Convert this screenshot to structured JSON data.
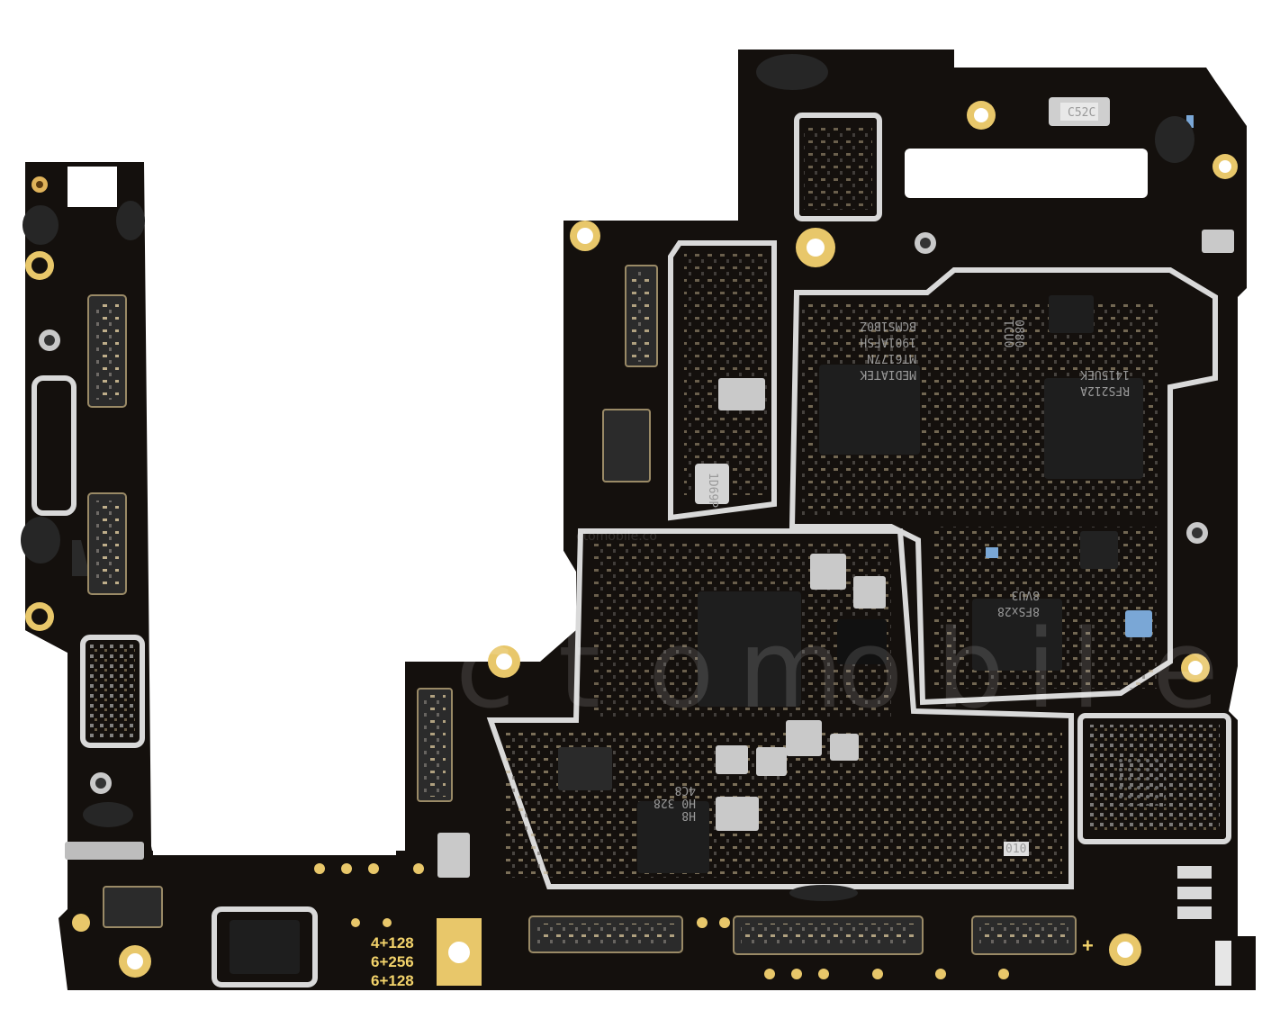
{
  "board": {
    "pcb_color": "#14100d",
    "shield_color": "#d9d9d9",
    "pad_color": "#e8c76a",
    "background": "#ffffff"
  },
  "chips": [
    {
      "id": "mtk",
      "lines": [
        "MEDIATEK",
        "MT6177N",
        "1901AFSH",
        "BCMS1B0Z"
      ]
    },
    {
      "id": "rf1",
      "lines": [
        "RFS212A",
        "1415UEK"
      ]
    },
    {
      "id": "rf2",
      "lines": [
        "8FSx28",
        "8VU3"
      ]
    },
    {
      "id": "small1",
      "lines": [
        "0880",
        "TCU0"
      ]
    },
    {
      "id": "small2",
      "lines": [
        "1D69P"
      ]
    },
    {
      "id": "bottom",
      "lines": [
        "H8",
        "H0 328",
        "4C8"
      ]
    },
    {
      "id": "crystal",
      "lines": [
        "C52C"
      ]
    }
  ],
  "silkscreen": {
    "memory_variants": [
      "4+128",
      "6+256",
      "6+128"
    ],
    "plus": "+",
    "label_010": "010"
  },
  "watermark": {
    "brand_letters": [
      "c",
      "t",
      "o",
      "m",
      "o",
      "b",
      "i",
      "l",
      "e"
    ],
    "url": "ctomobile.co"
  }
}
